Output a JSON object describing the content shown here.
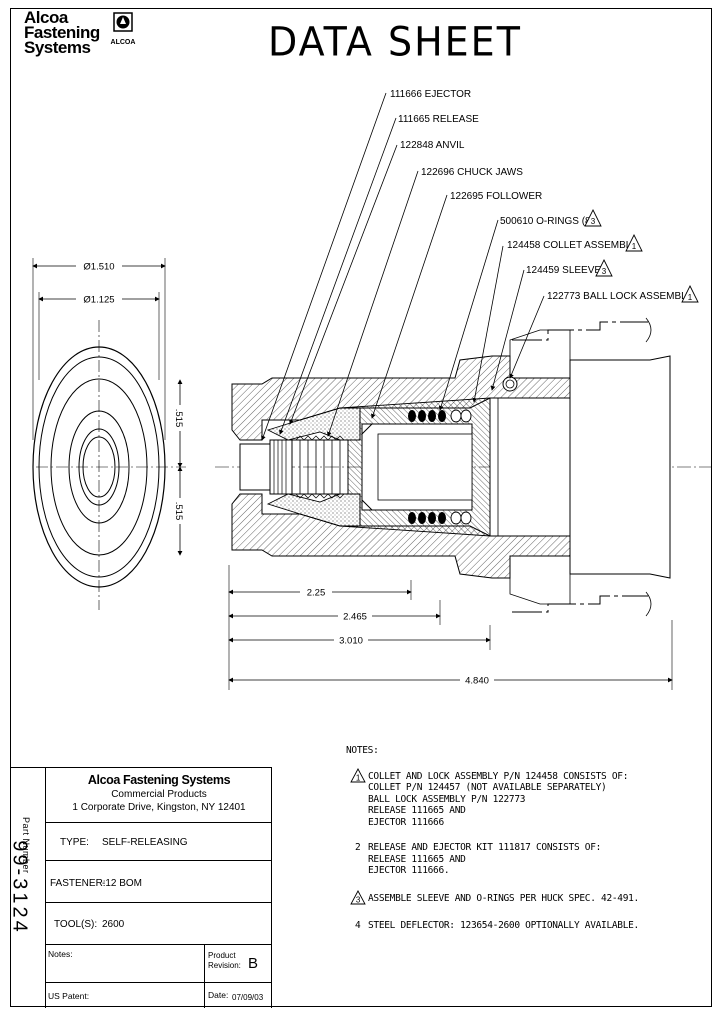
{
  "header": {
    "company_logo_lines": [
      "Alcoa",
      "Fastening",
      "Systems"
    ],
    "brand_mark_label": "ALCOA",
    "title": "DATA SHEET"
  },
  "callouts": [
    "111666 EJECTOR",
    "111665 RELEASE",
    "122848 ANVIL",
    "122696 CHUCK JAWS",
    "122695 FOLLOWER",
    "500610 O-RINGS (8)",
    "124458 COLLET ASSEMBLY",
    "124459 SLEEVE",
    "122773 BALL LOCK ASSEMBLY"
  ],
  "callout_flags": [
    "3",
    "1",
    "3",
    "1"
  ],
  "dimensions": {
    "dia_outer": "Ø1.510",
    "dia_inner": "Ø1.125",
    "half_upper": ".515",
    "half_lower": ".515",
    "len_1": "2.25",
    "len_2": "2.465",
    "len_3": "3.010",
    "len_4": "4.840"
  },
  "notes": {
    "heading": "NOTES:",
    "items": [
      {
        "marker": "1",
        "flag": true,
        "lines": [
          "COLLET AND LOCK ASSEMBLY P/N 124458 CONSISTS OF:",
          "COLLET P/N 124457 (NOT AVAILABLE SEPARATELY)",
          "BALL LOCK ASSEMBLY P/N 122773",
          "RELEASE 111665 AND",
          "EJECTOR 111666"
        ]
      },
      {
        "marker": "2",
        "flag": false,
        "lines": [
          "RELEASE AND EJECTOR KIT 111817 CONSISTS OF:",
          "RELEASE 111665 AND",
          "EJECTOR 111666."
        ]
      },
      {
        "marker": "3",
        "flag": true,
        "lines": [
          "ASSEMBLE SLEEVE AND O-RINGS PER HUCK SPEC. 42-491."
        ]
      },
      {
        "marker": "4",
        "flag": false,
        "lines": [
          "STEEL DEFLECTOR: 123654-2600 OPTIONALLY AVAILABLE."
        ]
      }
    ]
  },
  "title_block": {
    "company": "Alcoa Fastening Systems",
    "division": "Commercial Products",
    "address": "1 Corporate Drive, Kingston, NY 12401",
    "type_label": "TYPE:",
    "type_value": "SELF-RELEASING",
    "fastener_label": "FASTENER:",
    "fastener_value": "-12 BOM",
    "tools_label": "TOOL(S):",
    "tools_value": "2600",
    "notes_label": "Notes:",
    "product_revision_label": "Product Revision:",
    "product_revision_value": "B",
    "us_patent_label": "US Patent:",
    "date_label": "Date:",
    "date_value": "07/09/03",
    "part_number_label": "Part Number",
    "part_number_value": "99-3124"
  }
}
